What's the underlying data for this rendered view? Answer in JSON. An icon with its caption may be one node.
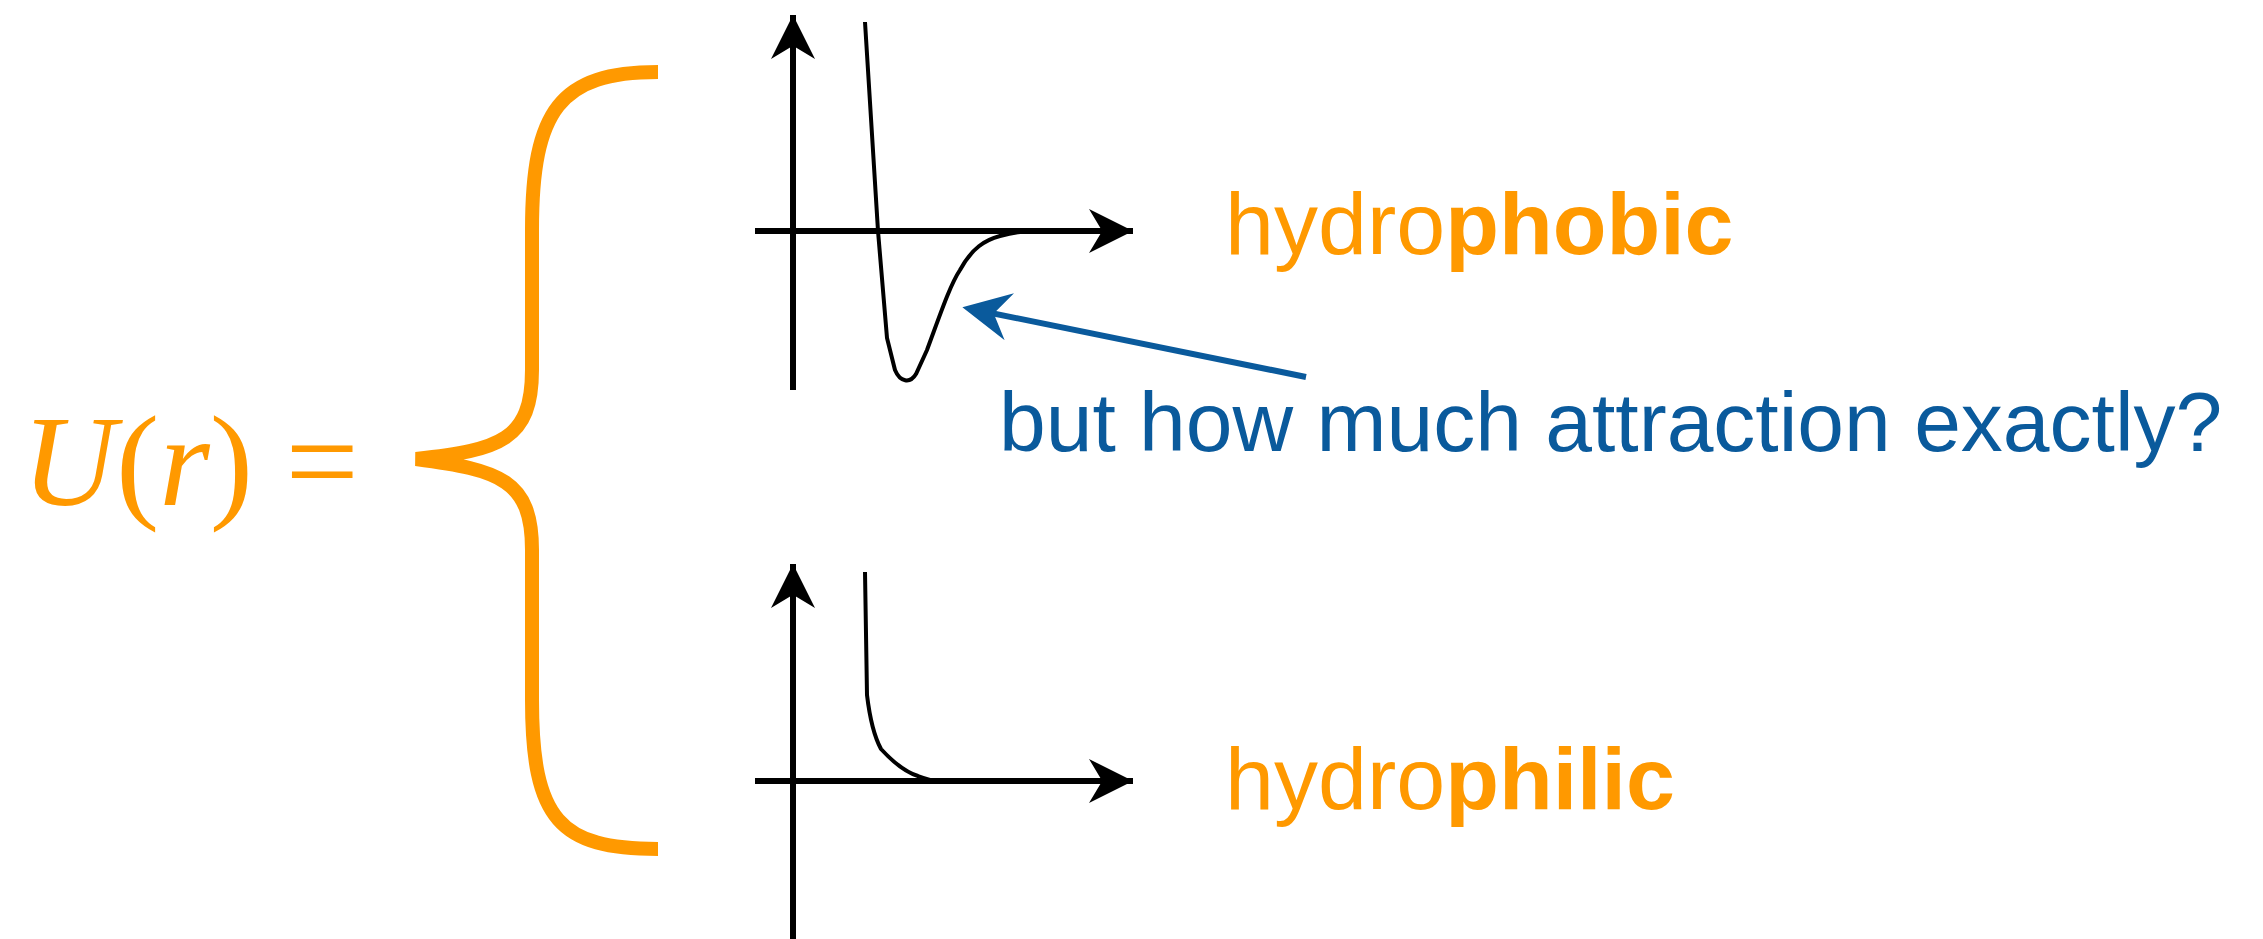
{
  "diagram": {
    "nodes": [
      {
        "text": [
          "but how much attraction exactly?"
        ]
      },
      {
        "text": [],
        "shape": "picture"
      }
    ],
    "edges": [
      {
        "from": 0,
        "to": 1,
        "arrow": "to"
      }
    ],
    "labels": [
      "*U*(*r*) =",
      "hydro**phobic**",
      "hydro**philic**"
    ]
  }
}
